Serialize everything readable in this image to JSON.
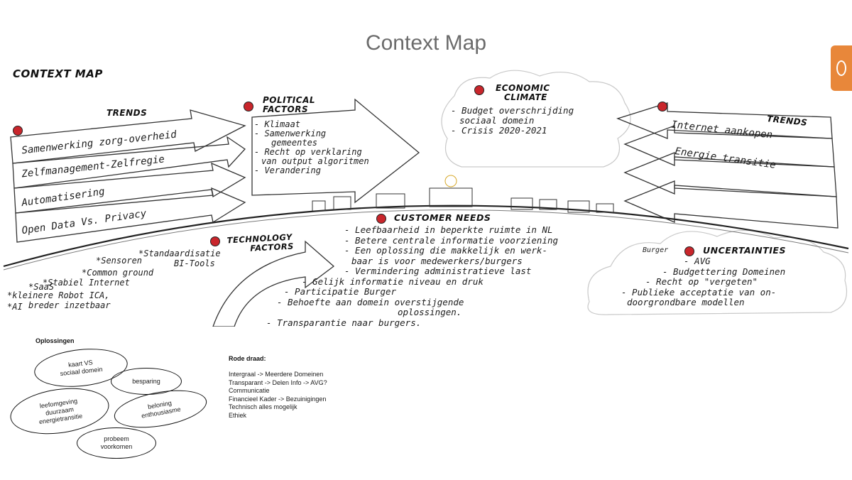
{
  "slide": {
    "title": "Context Map"
  },
  "accent_color": "#e8873a",
  "dot_color": "#c9262c",
  "side_tab_icon": "ear-icon",
  "map": {
    "heading": "CONTEXT MAP",
    "trends_left": {
      "title": "TRENDS",
      "items": [
        "Samenwerking zorg-overheid",
        "Zelfmanagement-Zelfregie",
        "Automatisering",
        "Open Data Vs. Privacy"
      ]
    },
    "political": {
      "title_1": "POLITICAL",
      "title_2": "FACTORS",
      "items": [
        "- Klimaat",
        "- Samenwerking",
        "gemeentes",
        "- Recht op verklaring",
        "van output algoritmen",
        "- Verandering"
      ]
    },
    "economic": {
      "title_1": "ECONOMIC",
      "title_2": "CLIMATE",
      "items": [
        "- Budget overschrijding",
        "sociaal domein",
        "- Crisis 2020-2021"
      ]
    },
    "trends_right": {
      "title": "TRENDS",
      "items": [
        "Internet aankopen",
        "Energie transitie"
      ]
    },
    "technology": {
      "title_1": "TECHNOLOGY",
      "title_2": "FACTORS",
      "items": [
        "*Standaardisatie",
        "BI-Tools",
        "*Sensoren",
        "*Common ground",
        "*Stabiel Internet",
        "*SaaS",
        "*kleinere Robot ICA,",
        "breder inzetbaar",
        "*AI"
      ]
    },
    "customer": {
      "title": "CUSTOMER NEEDS",
      "items": [
        "- Leefbaarheid in beperkte ruimte in NL",
        "- Betere centrale informatie voorziening",
        "- Een oplossing die makkelijk en werk-",
        "baar is voor medewerkers/burgers",
        "- Vermindering administratieve last",
        "- Gelijk informatie niveau en druk",
        "- Participatie Burger",
        "- Behoefte aan domein overstijgende",
        "oplossingen.",
        "- Transparantie naar burgers."
      ],
      "note": "Burger"
    },
    "uncertainties": {
      "title": "UNCERTAINTIES",
      "items": [
        "- AVG",
        "- Budgettering Domeinen",
        "- Recht op \"vergeten\"",
        "- Publieke acceptatie van on-",
        "doorgrondbare modellen"
      ]
    }
  },
  "oplossingen": {
    "title": "Oplossingen",
    "bubbles": [
      {
        "line1": "kaart VS",
        "line2": "sociaal domein",
        "line3": ""
      },
      {
        "line1": "besparing",
        "line2": "",
        "line3": ""
      },
      {
        "line1": "leefomgeving",
        "line2": "duurzaam",
        "line3": "energietransitie"
      },
      {
        "line1": "beloning",
        "line2": "enthousiasme",
        "line3": ""
      },
      {
        "line1": "probeem",
        "line2": "voorkomen",
        "line3": ""
      }
    ]
  },
  "rode_draad": {
    "title": "Rode draad:",
    "lines": [
      "Intergraal -> Meerdere Domeinen",
      "Transparant -> Delen Info -> AVG?",
      "Communicatie",
      "Financieel Kader -> Bezuinigingen",
      "Technisch alles mogelijk",
      "Ethiek"
    ]
  }
}
